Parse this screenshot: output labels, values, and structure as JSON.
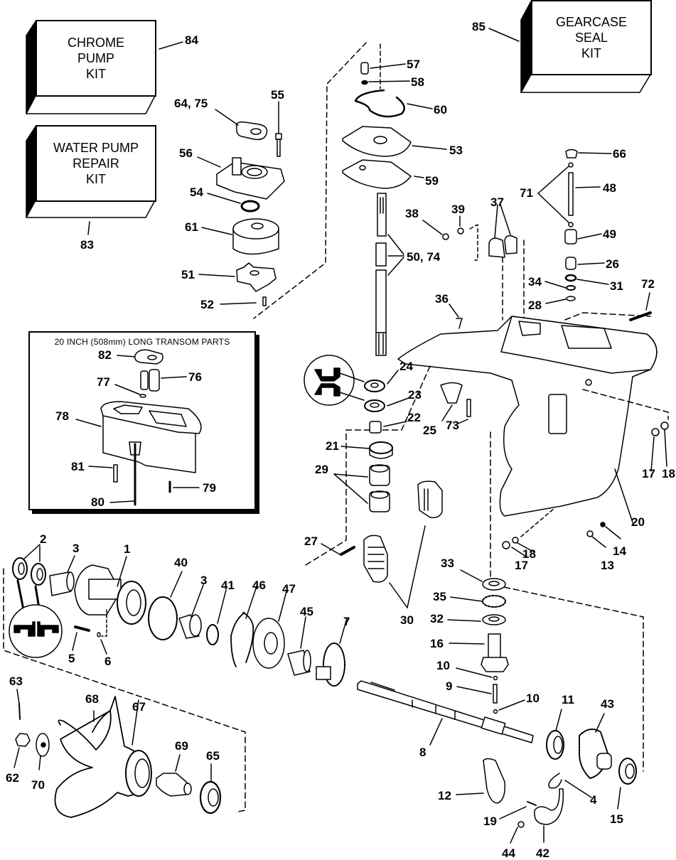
{
  "diagram": {
    "type": "exploded-parts-diagram",
    "subject": "Outboard motor gearcase / lower unit",
    "kits": [
      {
        "id": "84",
        "lines": [
          "CHROME",
          "PUMP",
          "KIT"
        ]
      },
      {
        "id": "83",
        "lines": [
          "WATER PUMP",
          "REPAIR",
          "KIT"
        ]
      },
      {
        "id": "85",
        "lines": [
          "GEARCASE",
          "SEAL",
          "KIT"
        ]
      }
    ],
    "inset": {
      "title": "20 INCH (508mm) LONG TRANSOM PARTS",
      "callouts": [
        "82",
        "76",
        "77",
        "78",
        "81",
        "79",
        "80"
      ]
    },
    "callouts": {
      "c84": "84",
      "c83": "83",
      "c85": "85",
      "c64_75": "64, 75",
      "c55": "55",
      "c56": "56",
      "c54": "54",
      "c61": "61",
      "c51": "51",
      "c52": "52",
      "c57": "57",
      "c58": "58",
      "c60": "60",
      "c53": "53",
      "c59": "59",
      "c50_74": "50, 74",
      "c38": "38",
      "c39": "39",
      "c37": "37",
      "c36": "36",
      "c66": "66",
      "c71": "71",
      "c48": "48",
      "c49": "49",
      "c26": "26",
      "c34": "34",
      "c31": "31",
      "c28": "28",
      "c72": "72",
      "c24": "24",
      "c23": "23",
      "c22": "22",
      "c25": "25",
      "c73": "73",
      "c21": "21",
      "c29": "29",
      "c27": "27",
      "c30": "30",
      "c17a": "17",
      "c18a": "18",
      "c20": "20",
      "c18b": "18",
      "c17b": "17",
      "c14": "14",
      "c13": "13",
      "c33": "33",
      "c35": "35",
      "c32": "32",
      "c16": "16",
      "c10a": "10",
      "c9": "9",
      "c10b": "10",
      "c11": "11",
      "c43": "43",
      "c8": "8",
      "c12": "12",
      "c4": "4",
      "c19": "19",
      "c15": "15",
      "c44": "44",
      "c42": "42",
      "c2": "2",
      "c3a": "3",
      "c1": "1",
      "c40": "40",
      "c3b": "3",
      "c41": "41",
      "c46": "46",
      "c47": "47",
      "c45": "45",
      "c7": "7",
      "c5": "5",
      "c6": "6",
      "c63": "63",
      "c68": "68",
      "c67": "67",
      "c69": "69",
      "c65": "65",
      "c62": "62",
      "c70": "70",
      "i82": "82",
      "i76": "76",
      "i77": "77",
      "i78": "78",
      "i81": "81",
      "i79": "79",
      "i80": "80"
    }
  }
}
